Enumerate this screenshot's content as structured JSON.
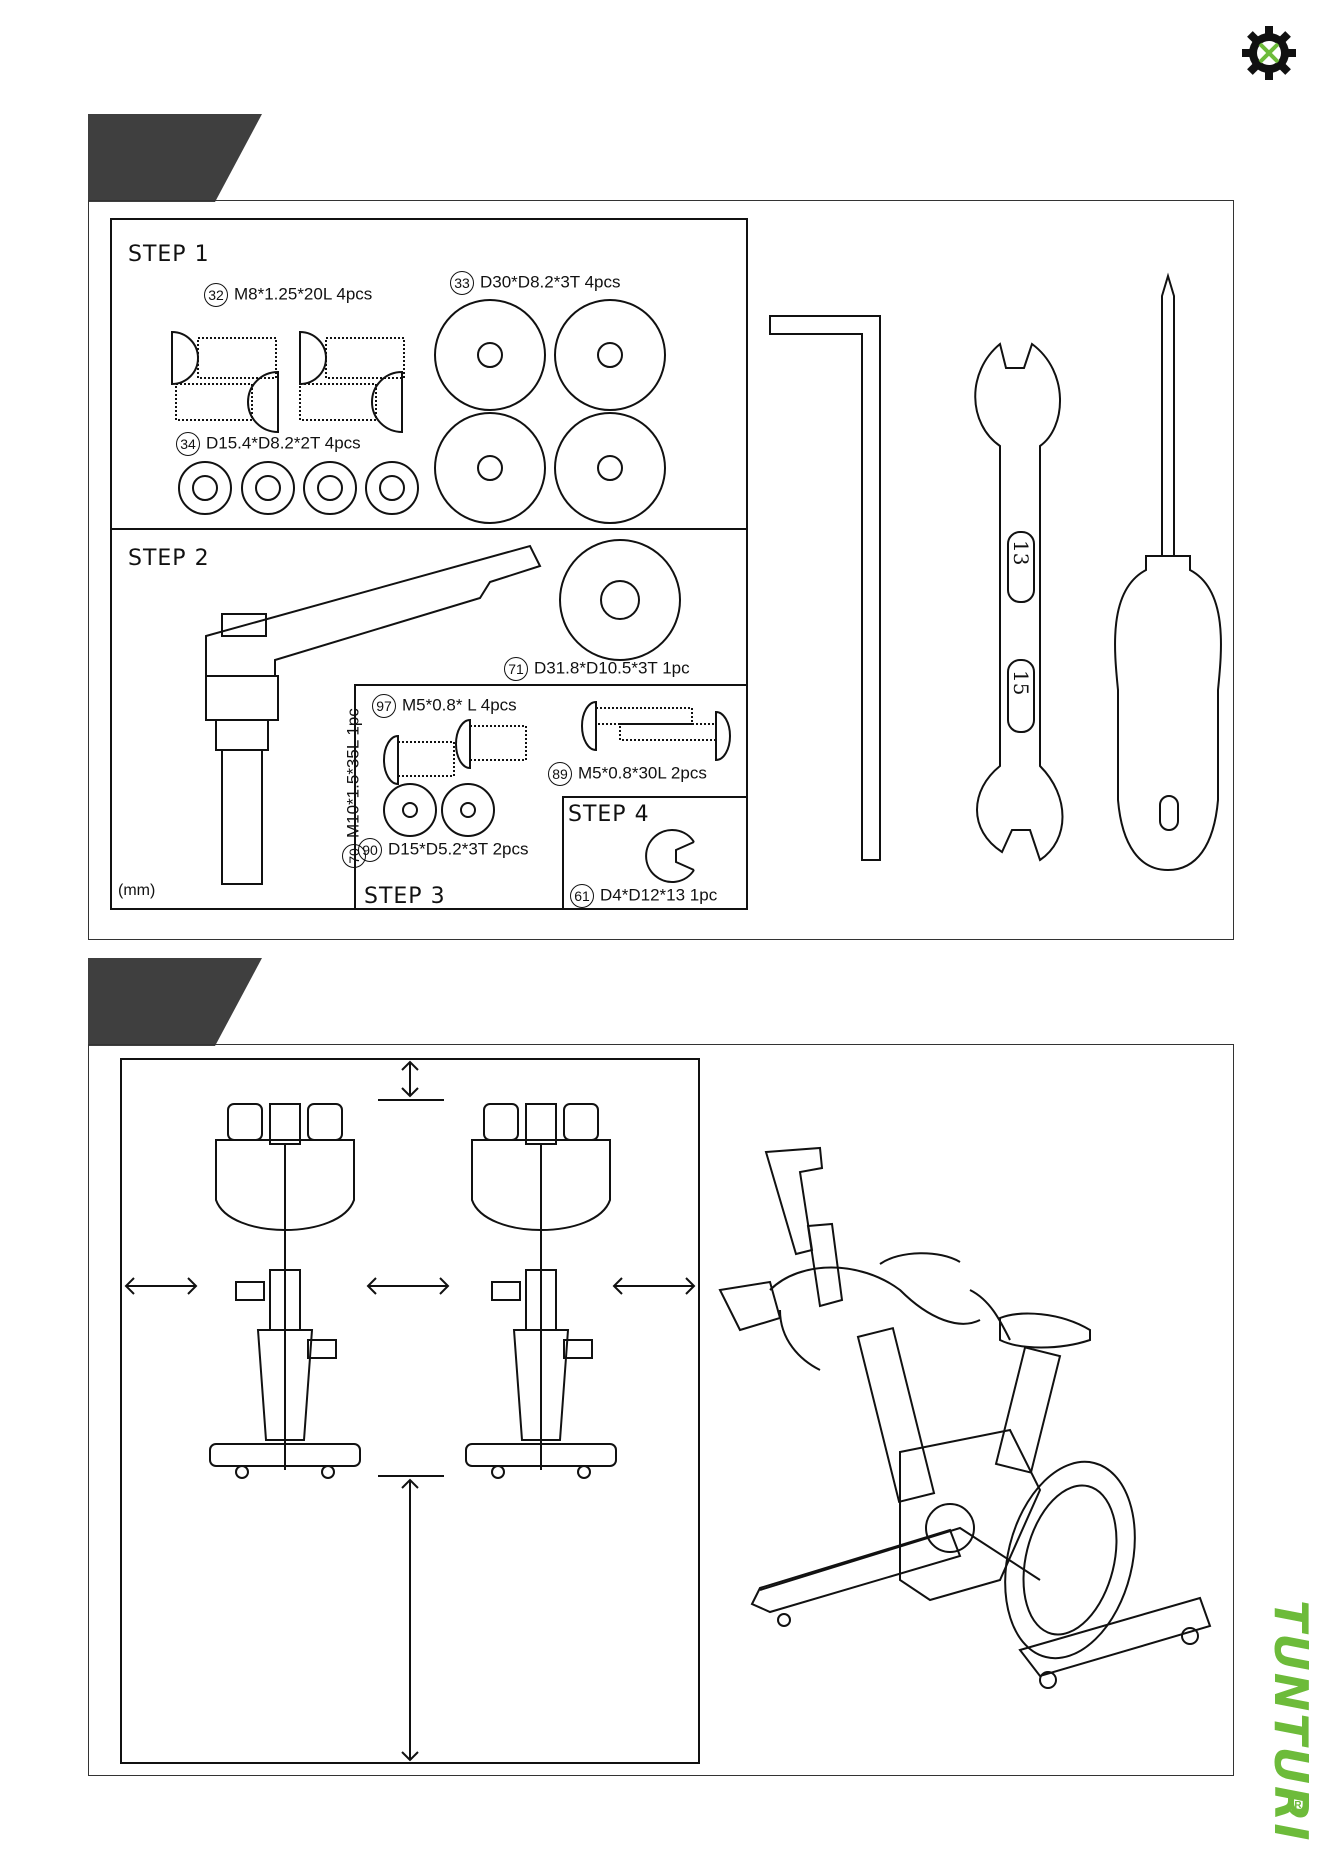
{
  "steps": {
    "step1": "STEP  1",
    "step2": "STEP  2",
    "step3": "STEP  3",
    "step4": "STEP  4"
  },
  "parts": [
    {
      "num": "32",
      "desc": "M8*1.25*20L  4pcs"
    },
    {
      "num": "33",
      "desc": "D30*D8.2*3T  4pcs"
    },
    {
      "num": "34",
      "desc": "D15.4*D8.2*2T  4pcs"
    },
    {
      "num": "71",
      "desc": "D31.8*D10.5*3T  1pc"
    },
    {
      "num": "70",
      "desc": "M10*1.5*35L  1pc"
    },
    {
      "num": "97",
      "desc": "M5*0.8*   L  4pcs"
    },
    {
      "num": "89",
      "desc": "M5*0.8*30L  2pcs"
    },
    {
      "num": "90",
      "desc": "D15*D5.2*3T  2pcs"
    },
    {
      "num": "61",
      "desc": "D4*D12*13  1pc"
    }
  ],
  "unit": "(mm)",
  "tools": {
    "wrench_sizes": [
      "13",
      "15"
    ]
  },
  "brand": "TUNTURI",
  "colors": {
    "brand_green": "#6dbb3a",
    "tab_grey": "#3f3f3f"
  }
}
